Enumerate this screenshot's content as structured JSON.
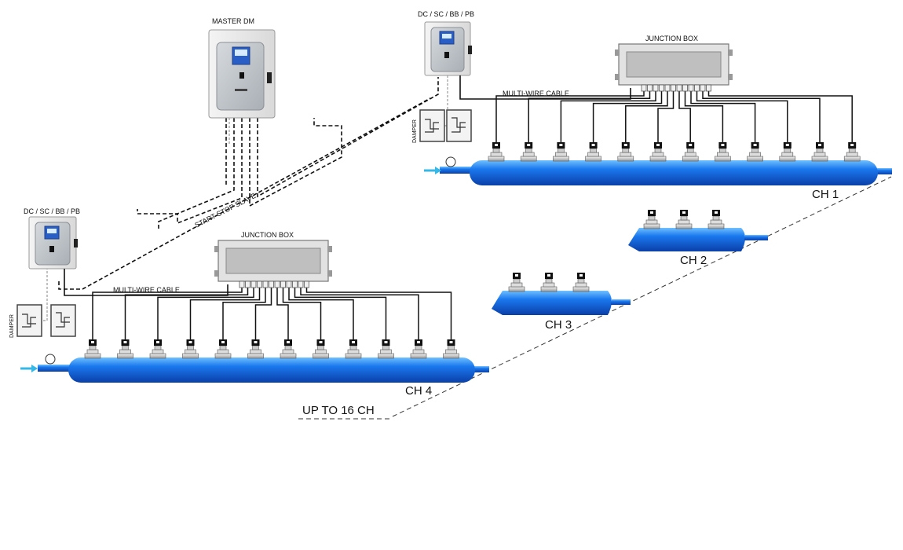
{
  "labels": {
    "master": "MASTER  DM",
    "ctrl_top": "DC / SC / BB / PB",
    "ctrl_left": "DC / SC / BB / PB",
    "jb_top": "JUNCTION BOX",
    "jb_left": "JUNCTION BOX",
    "cable_top": "MULTI-WIRE CABLE",
    "cable_left": "MULTI-WIRE CABLE",
    "damper_top": "DAMPER",
    "damper_left": "DAMPER",
    "start_stop": "START STOP SLAVE",
    "ch1": "CH 1",
    "ch2": "CH 2",
    "ch3": "CH 3",
    "ch4": "CH 4",
    "upto": "UP TO 16  CH"
  },
  "channels": [
    {
      "name": "CH 1",
      "valves": 12
    },
    {
      "name": "CH 2",
      "valves": 3
    },
    {
      "name": "CH 3",
      "valves": 3
    },
    {
      "name": "CH 4",
      "valves": 12
    }
  ],
  "colors": {
    "pipe_light": "#4aa8ff",
    "pipe_mid": "#1a6fe6",
    "pipe_dark": "#0a3fa8",
    "arrow": "#33b8e8",
    "wire": "#111111",
    "panel": "#e9e9e9",
    "panel_door": "#c8ccd0",
    "jb_window": "#bfbfbf"
  }
}
